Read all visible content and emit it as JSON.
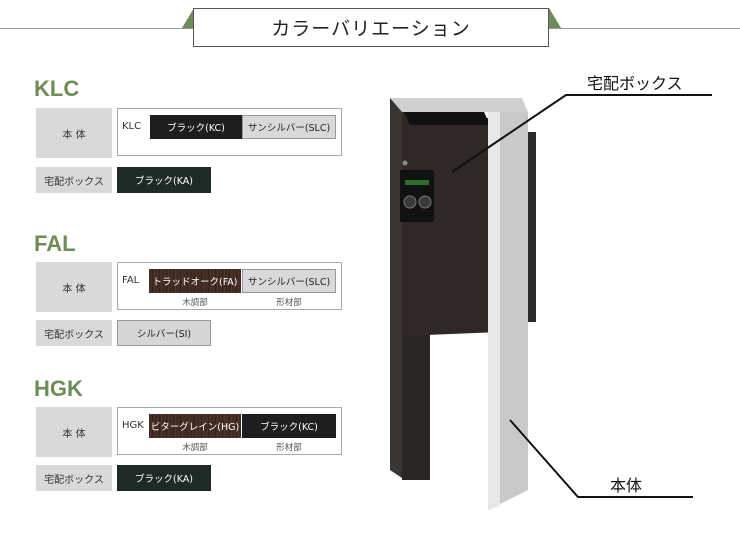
{
  "heading": {
    "title": "カラーバリエーション"
  },
  "series": [
    {
      "name": "KLC",
      "body_label": "本 体",
      "code": "KLC",
      "swatches": [
        {
          "label": "ブラック(KC)",
          "style": "dark",
          "sub": ""
        },
        {
          "label": "サンシルバー(SLC)",
          "style": "silver",
          "sub": ""
        }
      ],
      "box_label": "宅配ボックス",
      "box_swatch": {
        "label": "ブラック(KA)",
        "style": "dark"
      }
    },
    {
      "name": "FAL",
      "body_label": "本 体",
      "code": "FAL",
      "swatches": [
        {
          "label": "トラッドオーク(FA)",
          "style": "wood",
          "sub": "木調部"
        },
        {
          "label": "サンシルバー(SLC)",
          "style": "silver",
          "sub": "形材部"
        }
      ],
      "box_label": "宅配ボックス",
      "box_swatch": {
        "label": "シルバー(SI)",
        "style": "silver"
      }
    },
    {
      "name": "HGK",
      "body_label": "本 体",
      "code": "HGK",
      "swatches": [
        {
          "label": "ビターグレイン(HG)",
          "style": "wood",
          "sub": "木調部"
        },
        {
          "label": "ブラック(KC)",
          "style": "dark",
          "sub": "形材部"
        }
      ],
      "box_label": "宅配ボックス",
      "box_swatch": {
        "label": "ブラック(KA)",
        "style": "dark"
      }
    }
  ],
  "illustration": {
    "callout_box": "宅配ボックス",
    "callout_body": "本体"
  },
  "colors": {
    "accent_green": "#6e8c57",
    "dark_finish": "#1d1f1f",
    "silver_finish": "#d9d9d9"
  }
}
